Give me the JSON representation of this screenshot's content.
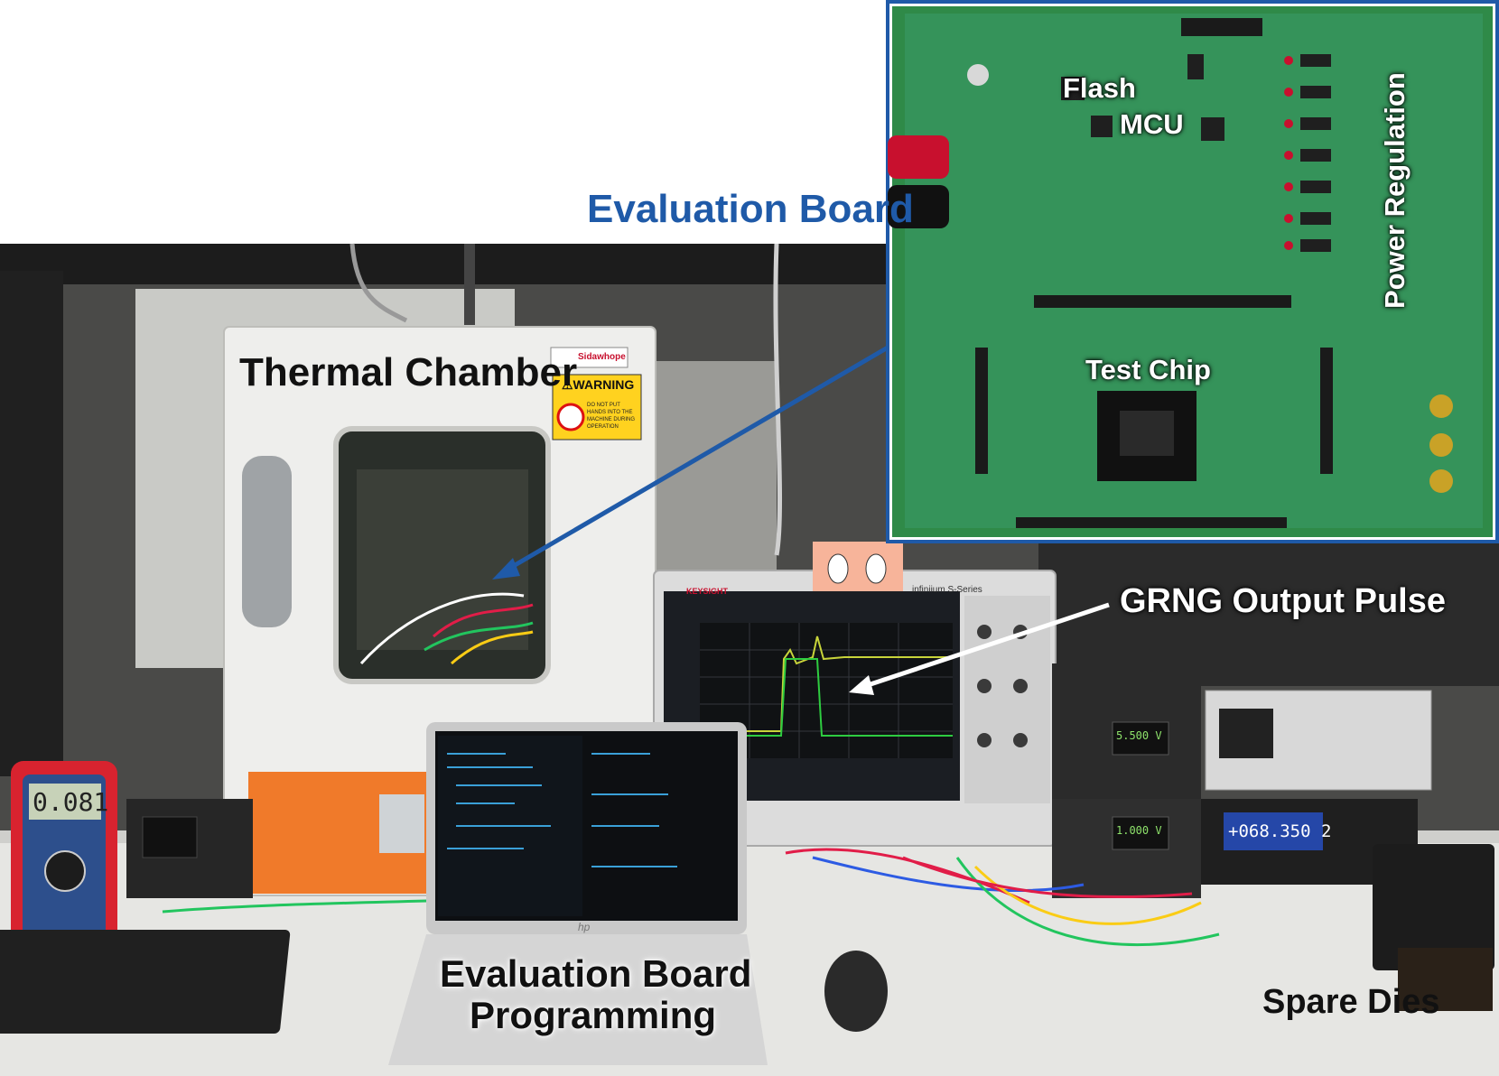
{
  "labels": {
    "evaluation_board": "Evaluation Board",
    "thermal_chamber": "Thermal Chamber",
    "flash": "Flash",
    "mcu": "MCU",
    "power_regulation": "Power Regulation",
    "test_chip": "Test Chip",
    "grng_output_pulse": "GRNG Output Pulse",
    "eval_board_programming_line1": "Evaluation Board",
    "eval_board_programming_line2": "Programming",
    "spare_dies": "Spare Dies"
  },
  "equipment_text": {
    "chamber_brand": "Sidawhope",
    "warning_title": "⚠WARNING",
    "warning_body": "DO NOT PUT HANDS INTO THE MACHINE DURING OPERATION",
    "oscilloscope_brand": "KEYSIGHT",
    "oscilloscope_series": "infiniium S-Series",
    "multimeter_reading": "0.081",
    "psu1_voltage": "5.500 V",
    "psu2_voltage": "1.000 V",
    "dmm_reading": "+068.350 2",
    "laptop_brand": "hp"
  },
  "colors": {
    "label_blue": "#1f5aa8",
    "arrow_blue": "#1f5aa8",
    "pcb_green": "#2f8a48",
    "chamber_orange": "#f07a2a"
  }
}
